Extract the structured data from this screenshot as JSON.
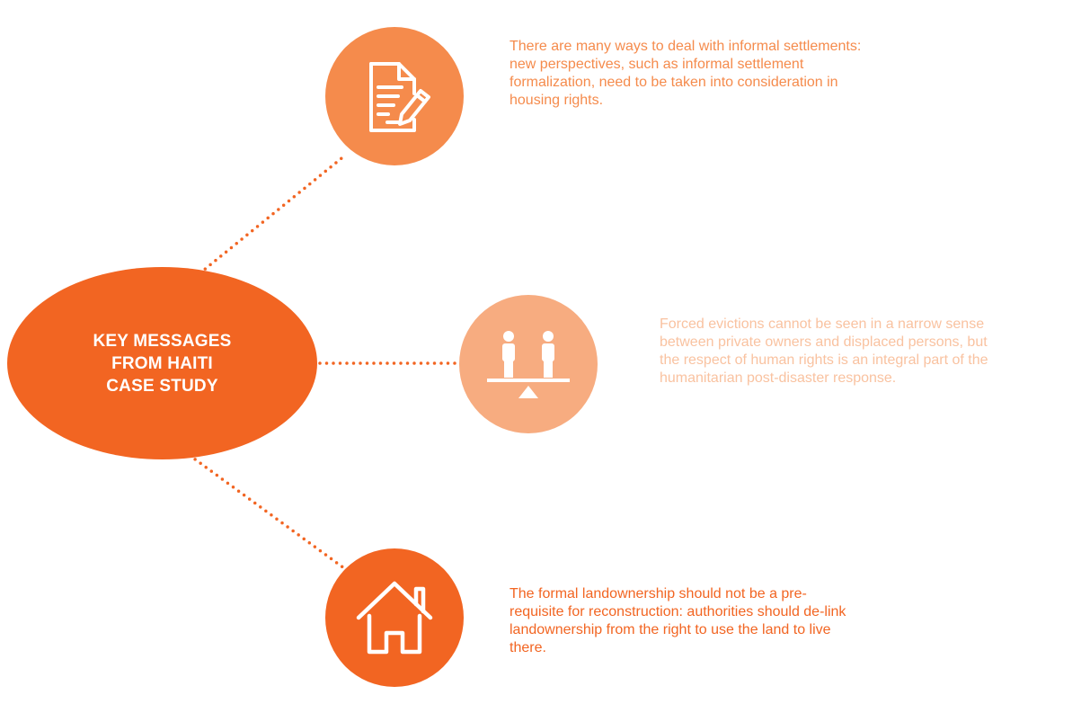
{
  "colors": {
    "hub": "#f26522",
    "node_1": "#f58b4c",
    "node_2": "#f7ac80",
    "node_3": "#f26522",
    "text_1": "#f58b4c",
    "text_2": "#f9c2a0",
    "text_3": "#f26522",
    "connector": "#f26522"
  },
  "hub": {
    "title_line_1": "KEY MESSAGES",
    "title_line_2": "FROM HAITI",
    "title_line_3": "CASE STUDY"
  },
  "messages": [
    {
      "icon": "document-pen-icon",
      "line_1": "There are many ways to deal with informal settlements:",
      "line_2": "new perspectives, such as informal settlement",
      "line_3": "formalization, need to be taken into consideration in",
      "line_4": "housing rights."
    },
    {
      "icon": "balance-scale-people-icon",
      "line_1": "Forced evictions cannot be seen in a narrow sense",
      "line_2": "between private owners and displaced persons, but",
      "line_3": "the respect of human rights is an integral part of the",
      "line_4": "humanitarian post-disaster response."
    },
    {
      "icon": "house-icon",
      "line_1": "The formal landownership should not be a pre-",
      "line_2": "requisite for reconstruction: authorities should de-link",
      "line_3": "landownership from the right to use the land to live",
      "line_4": "there."
    }
  ]
}
